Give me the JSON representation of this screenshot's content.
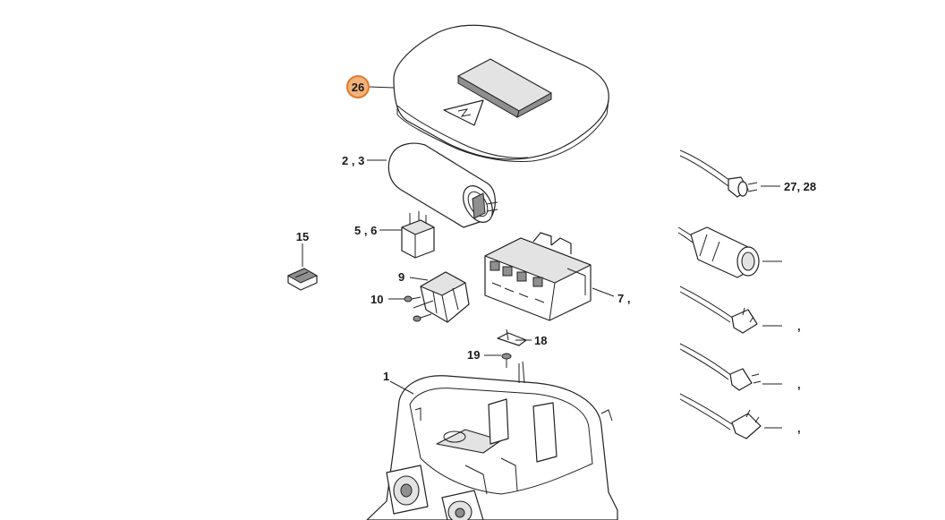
{
  "diagram": {
    "highlight_color": "#f3b27a",
    "highlight_stroke": "#e07b2f",
    "selected_callout": "26",
    "callouts": [
      {
        "id": "26",
        "text": "26",
        "part": "cover"
      },
      {
        "id": "2-3",
        "text": "2 , 3",
        "part": "capacitor"
      },
      {
        "id": "5-6",
        "text": "5 , 6",
        "part": "relay"
      },
      {
        "id": "15",
        "text": "15",
        "part": "clip"
      },
      {
        "id": "9",
        "text": "9",
        "part": "switch"
      },
      {
        "id": "10",
        "text": "10",
        "part": "screw"
      },
      {
        "id": "7",
        "text": "7 ,",
        "part": "contactor"
      },
      {
        "id": "18",
        "text": "18",
        "part": "bracket"
      },
      {
        "id": "19",
        "text": "19",
        "part": "screw"
      },
      {
        "id": "1",
        "text": "1",
        "part": "housing"
      },
      {
        "id": "27-28",
        "text": "27, 28",
        "part": "cable-plug"
      },
      {
        "id": "cable-3",
        "text": ",",
        "part": "cable-plug"
      },
      {
        "id": "cable-4",
        "text": ",",
        "part": "cable-plug"
      },
      {
        "id": "cable-5",
        "text": ",",
        "part": "cable-plug"
      }
    ]
  }
}
